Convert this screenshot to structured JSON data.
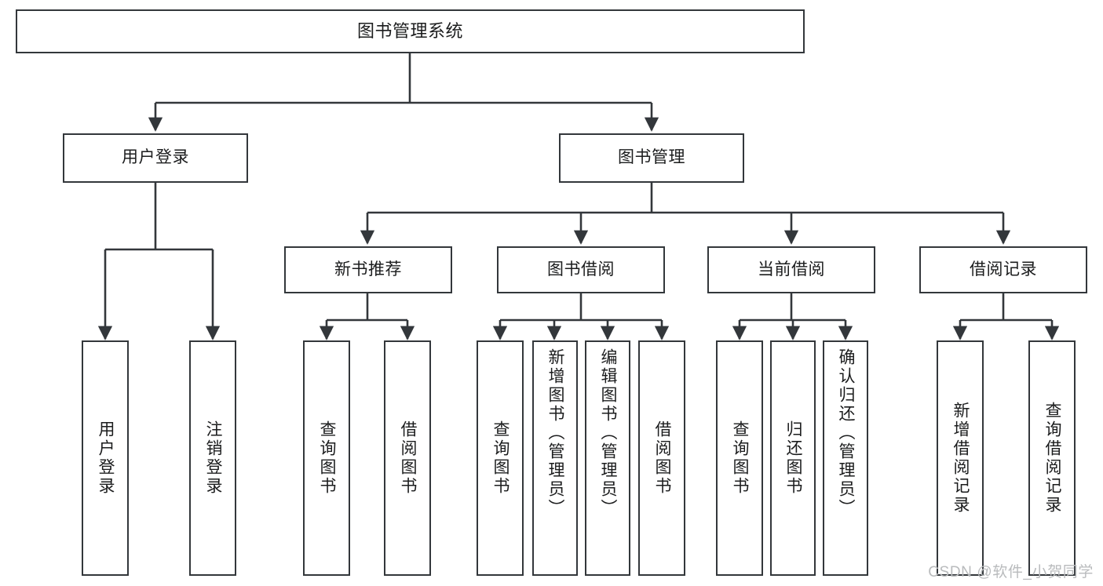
{
  "diagram": {
    "title": "图书管理系统",
    "type": "tree",
    "colors": {
      "box_border": "#33373b",
      "box_fill": "#ffffff",
      "connector": "#33373b",
      "text": "#1b1c1d",
      "watermark": "#b9bbbd",
      "background": "#ffffff"
    },
    "root": {
      "label": "图书管理系统"
    },
    "level2": [
      {
        "label": "用户登录"
      },
      {
        "label": "图书管理"
      }
    ],
    "level3": [
      {
        "label": "新书推荐"
      },
      {
        "label": "图书借阅"
      },
      {
        "label": "当前借阅"
      },
      {
        "label": "借阅记录"
      }
    ],
    "leaves": {
      "user_login": [
        {
          "label": "用户登录"
        },
        {
          "label": "注销登录"
        }
      ],
      "new_book_recommend": [
        {
          "label": "查询图书"
        },
        {
          "label": "借阅图书"
        }
      ],
      "book_borrow": [
        {
          "label": "查询图书"
        },
        {
          "label": "新增图书（管理员）"
        },
        {
          "label": "编辑图书（管理员）"
        },
        {
          "label": "借阅图书"
        }
      ],
      "current_borrow": [
        {
          "label": "查询图书"
        },
        {
          "label": "归还图书"
        },
        {
          "label": "确认归还（管理员）"
        }
      ],
      "borrow_record": [
        {
          "label": "新增借阅记录"
        },
        {
          "label": "查询借阅记录"
        }
      ]
    }
  },
  "watermark": {
    "text": "CSDN @软件_小贺同学"
  }
}
